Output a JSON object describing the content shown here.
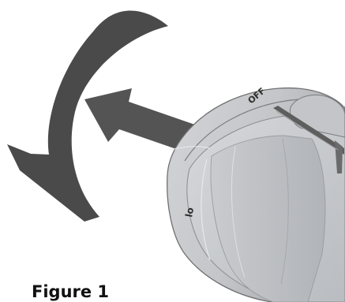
{
  "figure": {
    "caption": "Figure 1",
    "knob_labels": {
      "off": "OFF",
      "lo": "lo"
    },
    "colors": {
      "curved_arrow": "#4a4a4a",
      "straight_arrow": "#545454",
      "knob_body": "#c2c4c7",
      "knob_outline": "#707070",
      "knob_pointer": "#5e5e5e"
    }
  }
}
